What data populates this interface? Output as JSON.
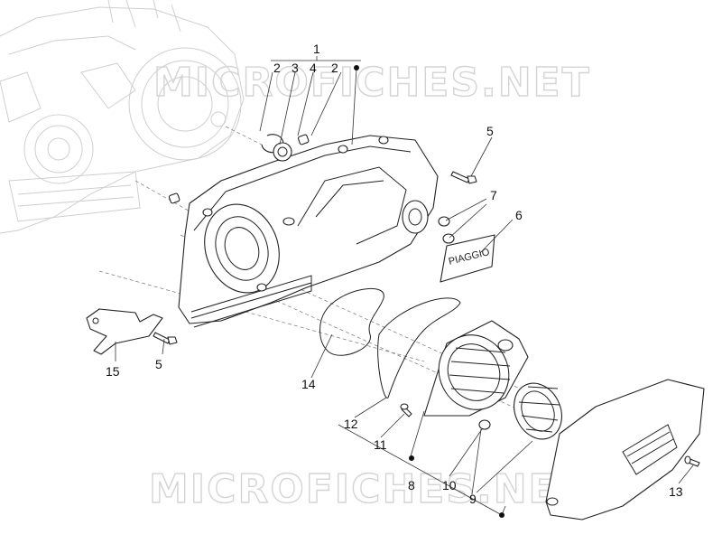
{
  "watermarks": [
    "MICROFICHES.NET",
    "MICROFICHES.NET"
  ],
  "callouts": [
    {
      "id": "c1",
      "text": "1"
    },
    {
      "id": "c2a",
      "text": "2"
    },
    {
      "id": "c3",
      "text": "3"
    },
    {
      "id": "c4",
      "text": "4"
    },
    {
      "id": "c2b",
      "text": "2"
    },
    {
      "id": "c5a",
      "text": "5"
    },
    {
      "id": "c7",
      "text": "7"
    },
    {
      "id": "c6",
      "text": "6"
    },
    {
      "id": "c15",
      "text": "15"
    },
    {
      "id": "c5b",
      "text": "5"
    },
    {
      "id": "c14",
      "text": "14"
    },
    {
      "id": "c12",
      "text": "12"
    },
    {
      "id": "c11",
      "text": "11"
    },
    {
      "id": "c8",
      "text": "8"
    },
    {
      "id": "c10",
      "text": "10"
    },
    {
      "id": "c9",
      "text": "9"
    },
    {
      "id": "c13",
      "text": "13"
    }
  ],
  "badge_text": "PIAGGIO",
  "icons": {
    "kit_marker": "filled-dot",
    "engine": "engine-ghost-drawing",
    "cover": "crankcase-cover",
    "fan_cover": "air-intake-cover",
    "filter": "cylindrical-air-filter"
  },
  "colors": {
    "line": "#222222",
    "ghost": "#cfcfcf",
    "watermark": "#d4d4d4",
    "background": "#ffffff"
  }
}
